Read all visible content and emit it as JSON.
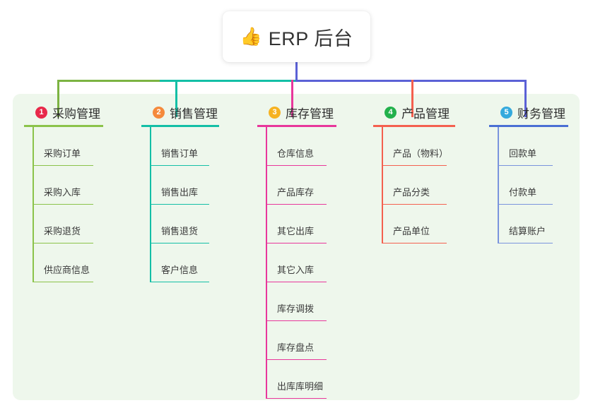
{
  "title": {
    "icon": "thumbs-up-emoji",
    "emoji": "👍",
    "text": "ERP 后台"
  },
  "palette": {
    "background": "#ffffff",
    "panel": "#eef7ec",
    "stem": "#5b61d6",
    "bar_green": "#7cb342",
    "bar_teal": "#13bfa6",
    "bar_blue": "#5b61d6"
  },
  "columns": [
    {
      "number": "1",
      "title": "采购管理",
      "badge_color": "#e8294a",
      "rule_color": "#8bc34a",
      "line_color": "#8bc34a",
      "items": [
        {
          "label": "采购订单"
        },
        {
          "label": "采购入库"
        },
        {
          "label": "采购退货"
        },
        {
          "label": "供应商信息"
        }
      ]
    },
    {
      "number": "2",
      "title": "销售管理",
      "badge_color": "#f58a3c",
      "rule_color": "#13bfa6",
      "line_color": "#13bfa6",
      "items": [
        {
          "label": "销售订单"
        },
        {
          "label": "销售出库"
        },
        {
          "label": "销售退货"
        },
        {
          "label": "客户信息"
        }
      ]
    },
    {
      "number": "3",
      "title": "库存管理",
      "badge_color": "#f6b221",
      "rule_color": "#e8379b",
      "line_color": "#e8379b",
      "items": [
        {
          "label": "仓库信息"
        },
        {
          "label": "产品库存"
        },
        {
          "label": "其它出库"
        },
        {
          "label": "其它入库"
        },
        {
          "label": "库存调拨"
        },
        {
          "label": "库存盘点"
        },
        {
          "label": "出库库明细"
        }
      ]
    },
    {
      "number": "4",
      "title": "产品管理",
      "badge_color": "#22b14c",
      "rule_color": "#f4604f",
      "line_color": "#f4604f",
      "items": [
        {
          "label": "产品（物料）"
        },
        {
          "label": "产品分类"
        },
        {
          "label": "产品单位"
        }
      ]
    },
    {
      "number": "5",
      "title": "财务管理",
      "badge_color": "#35aadd",
      "rule_color": "#4a6fd4",
      "line_color": "#7a94dd",
      "items": [
        {
          "label": "回款单"
        },
        {
          "label": "付款单"
        },
        {
          "label": "结算账户"
        }
      ]
    }
  ]
}
